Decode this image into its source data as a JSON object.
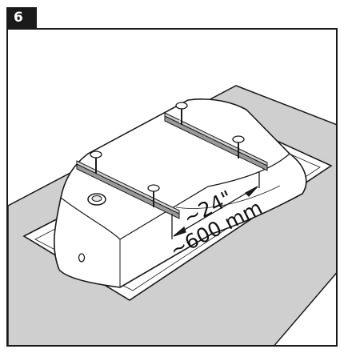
{
  "step": {
    "number": "6"
  },
  "dimensions": {
    "imperial": "~24\"",
    "metric": "~600 mm"
  },
  "colors": {
    "frame": "#1a1a1a",
    "wall": "#cfcfcf",
    "tub": "#ffffff",
    "line": "#1a1a1a",
    "rail": "#9a9a9a",
    "rail_dark": "#4a4a4a"
  },
  "icons": {
    "step_badge": "number-badge",
    "screw": "screw-icon",
    "rail": "mounting-rail"
  }
}
